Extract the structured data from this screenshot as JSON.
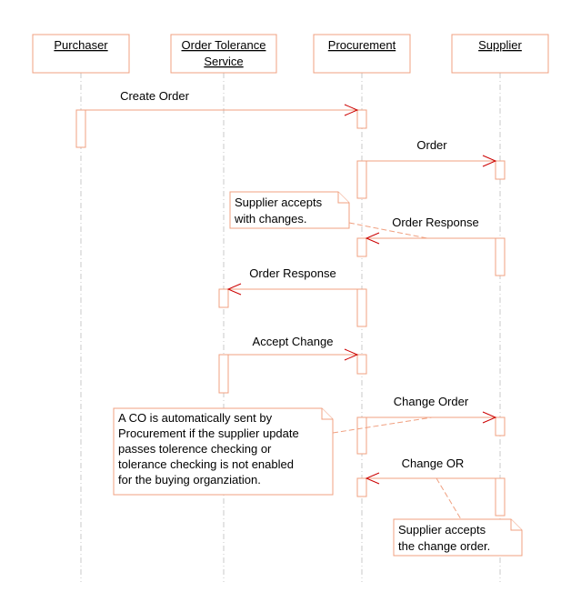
{
  "participants": [
    {
      "lines": [
        "Purchaser"
      ]
    },
    {
      "lines": [
        "Order Tolerance",
        "Service"
      ]
    },
    {
      "lines": [
        "Procurement"
      ]
    },
    {
      "lines": [
        "Supplier"
      ]
    }
  ],
  "messages": [
    {
      "label": "Create Order",
      "from": "Purchaser",
      "to": "Procurement"
    },
    {
      "label": "Order",
      "from": "Procurement",
      "to": "Supplier"
    },
    {
      "label": "Order Response",
      "from": "Supplier",
      "to": "Procurement"
    },
    {
      "label": "Order Response",
      "from": "Procurement",
      "to": "Order Tolerance Service"
    },
    {
      "label": "Accept Change",
      "from": "Order Tolerance Service",
      "to": "Procurement"
    },
    {
      "label": "Change Order",
      "from": "Procurement",
      "to": "Supplier"
    },
    {
      "label": "Change OR",
      "from": "Supplier",
      "to": "Procurement"
    }
  ],
  "notes": [
    {
      "lines": [
        "Supplier accepts",
        "with changes."
      ]
    },
    {
      "lines": [
        "A CO is automatically sent by",
        "Procurement if the supplier update",
        "passes tolerence checking or",
        "tolerance checking is not enabled",
        "for the buying organziation."
      ]
    },
    {
      "lines": [
        "Supplier accepts",
        "the change order."
      ]
    }
  ]
}
